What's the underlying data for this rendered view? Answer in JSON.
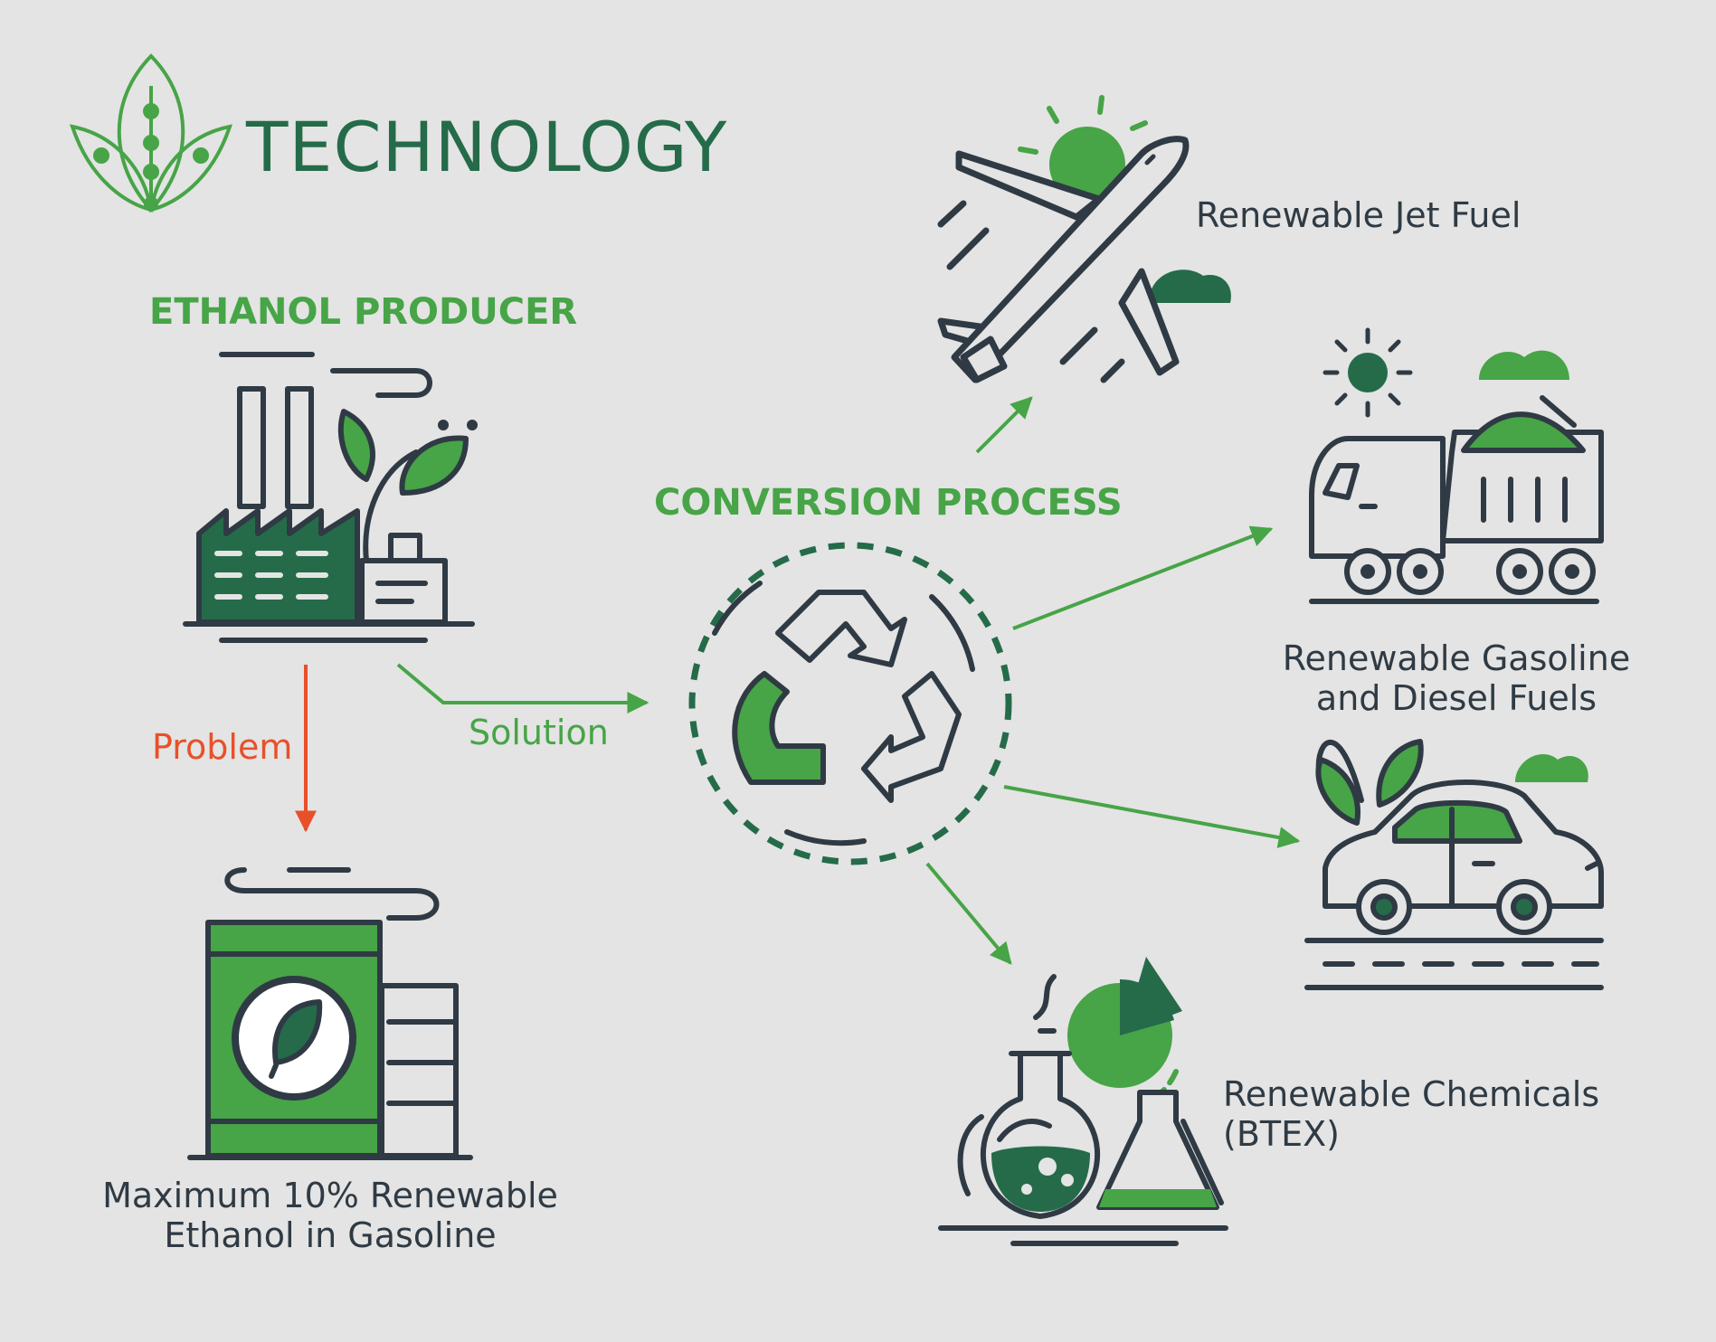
{
  "brand": {
    "title": "TECHNOLOGY"
  },
  "headings": {
    "ethanol_producer": "ETHANOL PRODUCER",
    "conversion_process": "CONVERSION PROCESS"
  },
  "labels": {
    "problem": "Problem",
    "solution": "Solution"
  },
  "outputs": {
    "jet_fuel": "Renewable Jet Fuel",
    "gasoline_line1": "Renewable Gasoline",
    "gasoline_line2": "and Diesel Fuels",
    "chemicals_line1": "Renewable Chemicals",
    "chemicals_line2": "(BTEX)"
  },
  "limit": {
    "line1": "Maximum 10% Renewable",
    "line2": "Ethanol in Gasoline"
  },
  "colors": {
    "background": "#e3e4e3",
    "dark_green": "#256b4a",
    "green": "#47a447",
    "problem_red": "#e8502a",
    "outline": "#2f3a44"
  },
  "icons": [
    "leaf-circuit-icon",
    "factory-icon",
    "plant-icon",
    "recycle-icon",
    "airplane-icon",
    "dump-truck-icon",
    "car-icon",
    "lab-flask-icon",
    "fuel-barrel-icon",
    "sun-icon",
    "cloud-icon"
  ]
}
